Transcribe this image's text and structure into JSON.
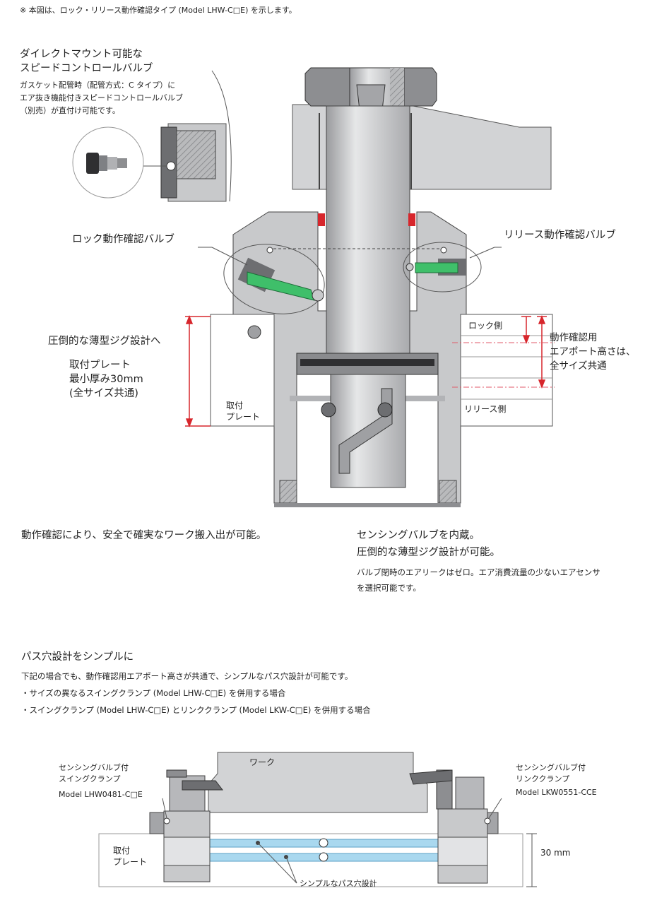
{
  "top_note": "※ 本図は、ロック・リリース動作確認タイプ (Model LHW-C□E) を示します。",
  "speed_control": {
    "title_line1": "ダイレクトマウント可能な",
    "title_line2": "スピードコントロールバルブ",
    "desc_line1": "ガスケット配管時（配管方式：C タイプ）に",
    "desc_line2": "エア抜き機能付きスピードコントロールバルブ",
    "desc_line3": "（別売）が直付け可能です。"
  },
  "callouts": {
    "lock_valve": "ロック動作確認バルブ",
    "release_valve": "リリース動作確認バルブ",
    "lock_side": "ロック側",
    "release_side": "リリース側",
    "port_line1": "動作確認用",
    "port_line2": "エアポート高さは、",
    "port_line3": "全サイズ共通",
    "jig_title": "圧倒的な薄型ジグ設計へ",
    "plate_line1": "取付プレート",
    "plate_line2": "最小厚み30mm",
    "plate_line3": "(全サイズ共通)",
    "plate_label1": "取付",
    "plate_label2": "プレート"
  },
  "features": {
    "left_title": "動作確認により、安全で確実なワーク搬入出が可能。",
    "right_title1": "センシングバルブを内蔵。",
    "right_title2": "圧倒的な薄型ジグ設計が可能。",
    "right_desc1": "バルブ閉時のエアリークはゼロ。エア消費流量の少ないエアセンサ",
    "right_desc2": "を選択可能です。"
  },
  "path_design": {
    "title": "パス穴設計をシンプルに",
    "line1": "下記の場合でも、動作確認用エアポート高さが共通で、シンプルなパス穴設計が可能です。",
    "line2": "・サイズの異なるスイングクランプ (Model LHW-C□E) を併用する場合",
    "line3": "・スイングクランプ (Model LHW-C□E) とリンククランプ (Model LKW-C□E) を併用する場合"
  },
  "bottom_diagram": {
    "work": "ワーク",
    "left_clamp1": "センシングバルブ付",
    "left_clamp2": "スイングクランプ",
    "left_model": "Model LHW0481-C□E",
    "right_clamp1": "センシングバルブ付",
    "right_clamp2": "リンククランプ",
    "right_model": "Model LKW0551-CCE",
    "plate1": "取付",
    "plate2": "プレート",
    "thickness": "30 mm",
    "simple_path": "シンプルなパス穴設計"
  },
  "colors": {
    "red": "#d7262c",
    "green": "#3fbf6a",
    "metal": "#c8c9cb",
    "dark_metal": "#6d6e71",
    "blue": "#a9d8ef"
  }
}
